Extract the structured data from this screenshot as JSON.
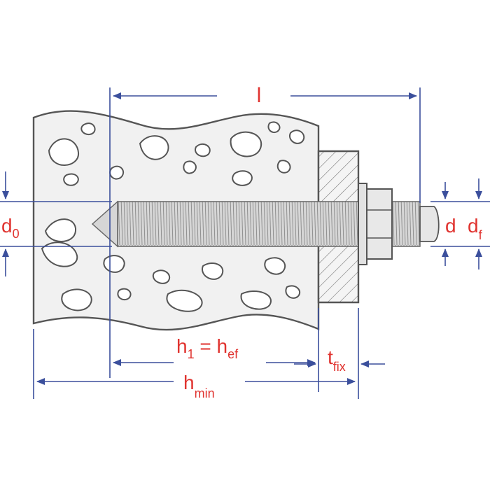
{
  "labels": {
    "length": {
      "main": "l"
    },
    "hole_diameter": {
      "main": "d",
      "sub": "0"
    },
    "thread_diameter": {
      "main": "d"
    },
    "fixture_hole_diameter": {
      "main": "d",
      "sub": "f"
    },
    "embedment_depth": {
      "main": "h",
      "sub": "1",
      "eq": " = ",
      "main2": "h",
      "sub2": "ef"
    },
    "fixture_thickness": {
      "main": "t",
      "sub": "fix"
    },
    "min_member_thickness": {
      "main": "h",
      "sub": "min"
    }
  },
  "colors": {
    "label": "#e0332f",
    "dimension": "#3b4f9c",
    "outline": "#555555",
    "steel": "#cfcfcf"
  }
}
